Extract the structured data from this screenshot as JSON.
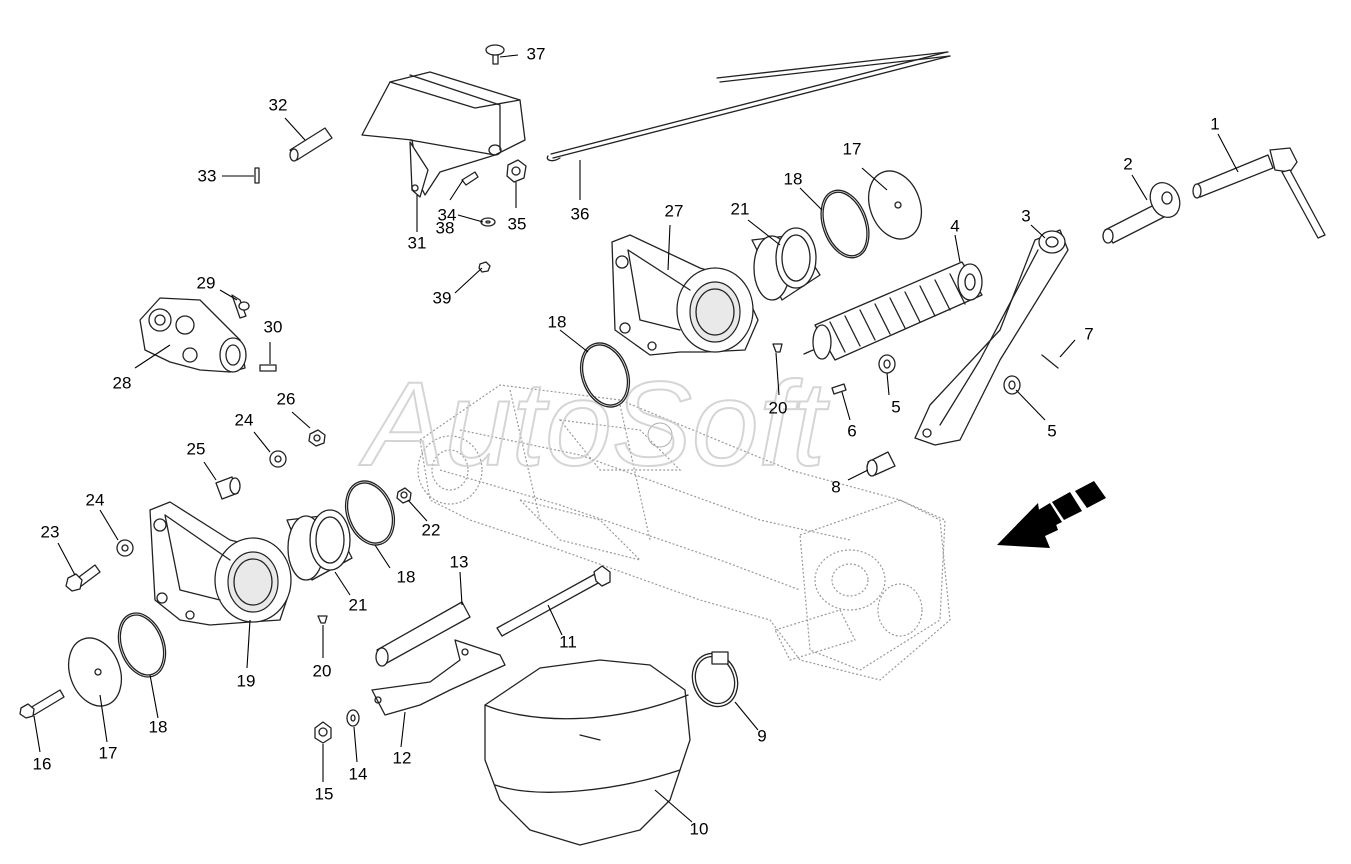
{
  "watermark": "AutoSoft",
  "callouts": [
    {
      "id": "c1",
      "text": "1"
    },
    {
      "id": "c2",
      "text": "2"
    },
    {
      "id": "c3",
      "text": "3"
    },
    {
      "id": "c4",
      "text": "4"
    },
    {
      "id": "c5a",
      "text": "5"
    },
    {
      "id": "c5b",
      "text": "5"
    },
    {
      "id": "c6",
      "text": "6"
    },
    {
      "id": "c7",
      "text": "7"
    },
    {
      "id": "c8",
      "text": "8"
    },
    {
      "id": "c9",
      "text": "9"
    },
    {
      "id": "c10",
      "text": "10"
    },
    {
      "id": "c11",
      "text": "11"
    },
    {
      "id": "c12",
      "text": "12"
    },
    {
      "id": "c13",
      "text": "13"
    },
    {
      "id": "c14",
      "text": "14"
    },
    {
      "id": "c15",
      "text": "15"
    },
    {
      "id": "c16",
      "text": "16"
    },
    {
      "id": "c17a",
      "text": "17"
    },
    {
      "id": "c17b",
      "text": "17"
    },
    {
      "id": "c18a",
      "text": "18"
    },
    {
      "id": "c18b",
      "text": "18"
    },
    {
      "id": "c18c",
      "text": "18"
    },
    {
      "id": "c18d",
      "text": "18"
    },
    {
      "id": "c19",
      "text": "19"
    },
    {
      "id": "c20a",
      "text": "20"
    },
    {
      "id": "c20b",
      "text": "20"
    },
    {
      "id": "c21a",
      "text": "21"
    },
    {
      "id": "c21b",
      "text": "21"
    },
    {
      "id": "c22",
      "text": "22"
    },
    {
      "id": "c23",
      "text": "23"
    },
    {
      "id": "c24a",
      "text": "24"
    },
    {
      "id": "c24b",
      "text": "24"
    },
    {
      "id": "c25",
      "text": "25"
    },
    {
      "id": "c26",
      "text": "26"
    },
    {
      "id": "c27",
      "text": "27"
    },
    {
      "id": "c28",
      "text": "28"
    },
    {
      "id": "c29",
      "text": "29"
    },
    {
      "id": "c30",
      "text": "30"
    },
    {
      "id": "c31",
      "text": "31"
    },
    {
      "id": "c32",
      "text": "32"
    },
    {
      "id": "c33",
      "text": "33"
    },
    {
      "id": "c34",
      "text": "34"
    },
    {
      "id": "c35",
      "text": "35"
    },
    {
      "id": "c36",
      "text": "36"
    },
    {
      "id": "c37",
      "text": "37"
    },
    {
      "id": "c38",
      "text": "38"
    },
    {
      "id": "c39",
      "text": "39"
    }
  ],
  "colors": {
    "line": "#222222",
    "ghost": "#9a9a9a",
    "watermark": "#c8c8c8",
    "background": "#ffffff"
  }
}
